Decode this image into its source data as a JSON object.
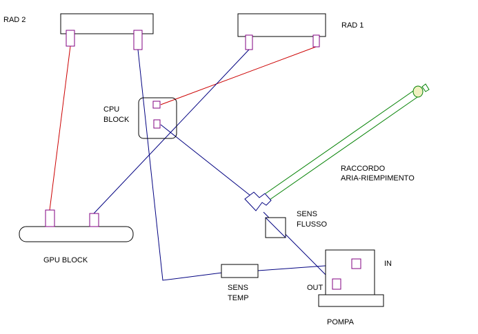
{
  "labels": {
    "rad2": "RAD 2",
    "rad1": "RAD 1",
    "cpu_block": [
      "CPU",
      "BLOCK"
    ],
    "gpu_block": "GPU BLOCK",
    "raccordo": [
      "RACCORDO",
      "ARIA-RIEMPIMENTO"
    ],
    "sens_flusso": [
      "SENS",
      "FLUSSO"
    ],
    "sens_temp": [
      "SENS",
      "TEMP"
    ],
    "pump_in": "IN",
    "pump_out": "OUT",
    "pompa": "POMPA"
  },
  "colors": {
    "outline": "#000000",
    "connector": "#800080",
    "tube_red": "#cc0000",
    "tube_blue": "#000080",
    "tube_green": "#008000",
    "valve": "#f0f0c0"
  }
}
